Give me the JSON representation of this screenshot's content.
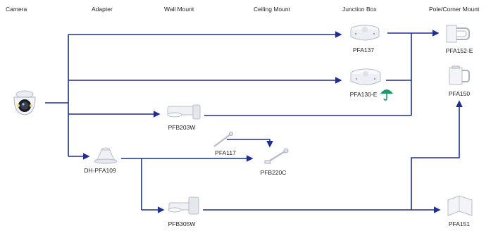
{
  "headers": {
    "camera": "Camera",
    "adapter": "Adapter",
    "wall_mount": "Wall Mount",
    "ceiling_mount": "Ceiling Mount",
    "junction_box": "Junction Box",
    "pole_corner_mount": "Pole/Corner Mount"
  },
  "products": {
    "pfa137": "PFA137",
    "pfa130e": "PFA130-E",
    "pfb203w": "PFB203W",
    "dh_pfa109": "DH-PFA109",
    "pfa117": "PFA117",
    "pfb220c": "PFB220C",
    "pfb305w": "PFB305W",
    "pfa152e": "PFA152-E",
    "pfa150": "PFA150",
    "pfa151": "PFA151"
  },
  "colors": {
    "connector": "#1f2f8f",
    "waterproof_icon": "#1a9a6e"
  },
  "icons": {
    "camera": "dome-camera-icon",
    "waterproof": "umbrella-icon"
  }
}
